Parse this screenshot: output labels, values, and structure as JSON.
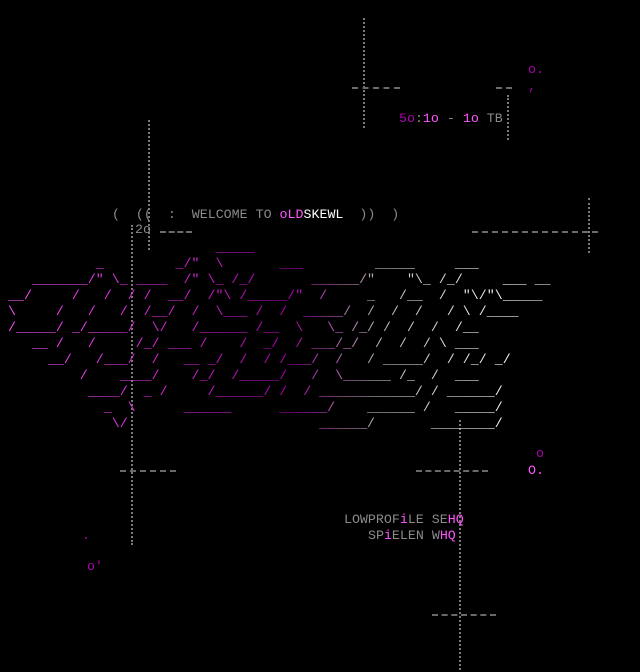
{
  "header": {
    "a": "5o",
    "sep": ":",
    "b": "1o",
    "dash": " - ",
    "c": "1o",
    "unit": " TB"
  },
  "welcome": {
    "open": "(  ((  :  WELCOME TO ",
    "hl": "oLD",
    "name": "SKEWL",
    "close": "  ))  )"
  },
  "tag": "2o",
  "deco": {
    "top_right": "o.",
    "top_right_tick": ",",
    "mid_o": "o",
    "mid_O": "O.",
    "dot": ".",
    "bottom_left": "o'"
  },
  "credits": {
    "line1": {
      "a": "LOWPROF",
      "b": "i",
      "c": "LE SE",
      "d": "HQ"
    },
    "line2": {
      "a": "SP",
      "b": "i",
      "c": "ELEN W",
      "d": "HQ"
    }
  },
  "logo": [
    "                           _____",
    "            _         _/\"  \\       ___         _____     ___",
    "    _______/\" \\_ ____  /\" \\_ /_/       ______/\"    \"\\_ /_/     ___ __",
    " __/     /   /  / /  __/  /\"\\ /_____/\"  /     _   /__  /  \"\\/\"\\_____",
    " \\     /   /   /  /__/  /  \\___ /  /  _____/  /  /  /   / \\ /____",
    " /_____/ _/_____/  \\/   /______ /__  \\   \\_ /_/ /  /  /  /__",
    "    __ /   /     /_/ ___ /    /  _/  / ___/_/  /  /  / \\ ___",
    "      __/   /___/  /   __ _/  /  / /___/  /   / _____/  / /_/ _/",
    "          /    ____/    /_/  /_____/   /  \\______ /_  /  ___",
    "           ____/  _ /     /______/ /  / ____________/ / ______/",
    "             _  \\      ______      ______/    ______ /   _____/",
    "              \\/                        ______/       ________/"
  ]
}
